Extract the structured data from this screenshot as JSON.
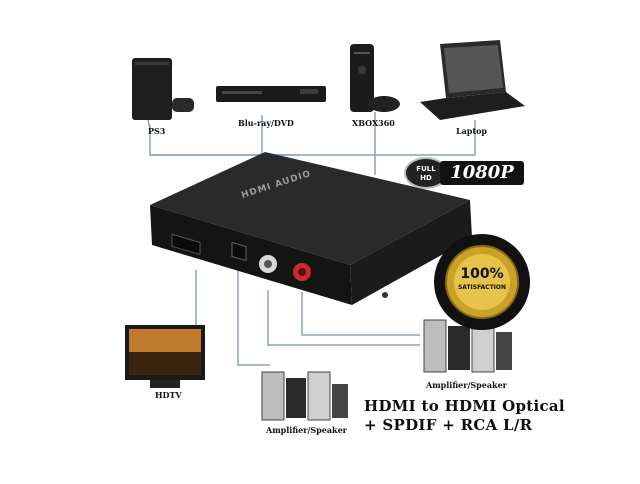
{
  "devices_top": {
    "ps3": "PS3",
    "bluray": "Blu-ray/DVD",
    "xbox": "XBOX360",
    "laptop": "Laptop"
  },
  "badge": {
    "full_hd_line1": "FULL",
    "full_hd_line2": "HD",
    "resolution": "1080P"
  },
  "seal": {
    "percent": "100%",
    "line": "SATISFACTION"
  },
  "device_label": "HDMI AUDIO",
  "outputs": {
    "hdtv": "HDTV",
    "amp_left": "Amplifier/Speaker",
    "amp_right": "Amplifier/Speaker"
  },
  "title": {
    "line1": "HDMI to HDMI Optical",
    "line2": "+ SPDIF + RCA L/R"
  },
  "colors": {
    "device_body": "#1c1c1c",
    "wire": "#8aa3bd",
    "seal_gold": "#c9a227"
  }
}
